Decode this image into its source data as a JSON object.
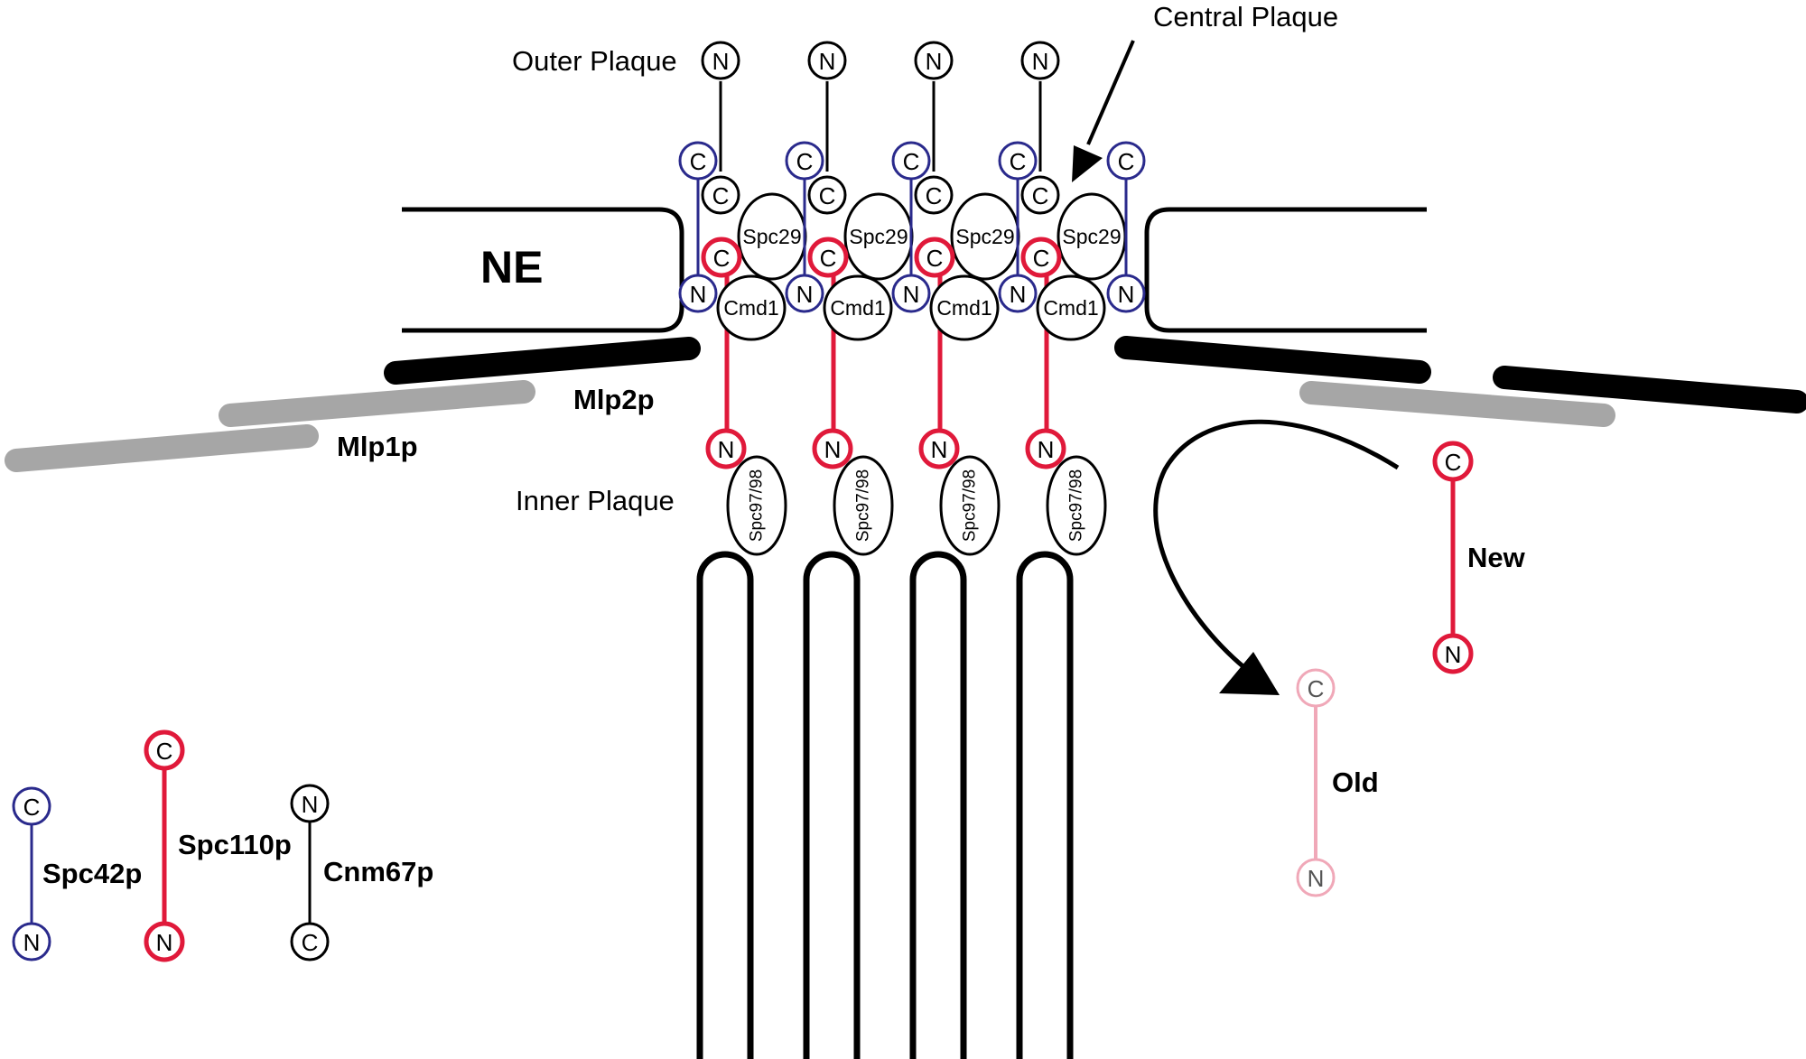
{
  "labels": {
    "outer_plaque": "Outer Plaque",
    "central_plaque": "Central Plaque",
    "inner_plaque": "Inner Plaque",
    "ne": "NE",
    "mlp2p": "Mlp2p",
    "mlp1p": "Mlp1p",
    "new": "New",
    "old": "Old",
    "spc42p": "Spc42p",
    "spc110p": "Spc110p",
    "cnm67p": "Cnm67p"
  },
  "terminus": {
    "n": "N",
    "c": "C"
  },
  "proteins": {
    "spc29": "Spc29",
    "cmd1": "Cmd1",
    "spc97_98": "Spc97/98"
  },
  "colors": {
    "spc42p": "#2a2a8c",
    "spc110p": "#e0193a",
    "cnm67p": "#000000",
    "old": "#f0a8b8",
    "mlp1p": "#a6a6a6",
    "mlp2p": "#000000"
  },
  "columns": 4
}
